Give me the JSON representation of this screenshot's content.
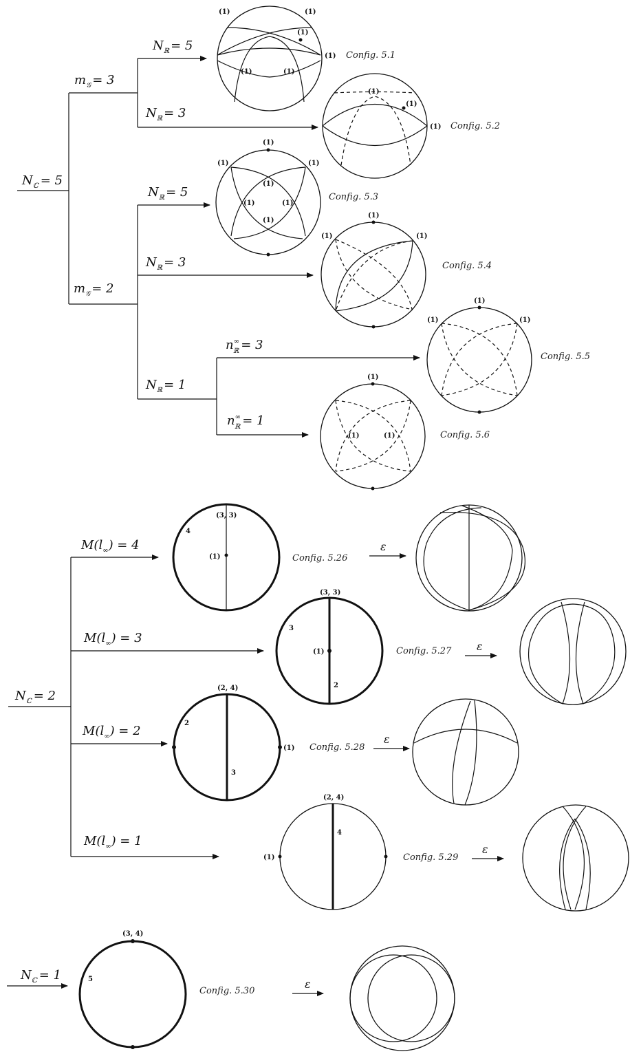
{
  "labels": {
    "nc5": "N",
    "nc5_sub": "ℂ",
    "nc5_val": "= 5",
    "mg3": "m",
    "mg3_sub": "𝒢",
    "mg3_val": "= 3",
    "mg2": "m",
    "mg2_sub": "𝒢",
    "mg2_val": "= 2",
    "nr": "N",
    "nr_sub": "ℝ",
    "nr5a_val": "= 5",
    "nr3a_val": "= 3",
    "nr5b_val": "=  5",
    "nr3b_val": "=  3",
    "nr1_val": "=  1",
    "ninf": "n",
    "ninf_sup": "∞",
    "ninf_sub": "ℝ",
    "ninf3_val": "= 3",
    "ninf1_val": "= 1",
    "nc2_val": "=  2",
    "nc1_val": "= 1",
    "m4": "M(l",
    "m_sub": "∞",
    "m4_val": ") = 4",
    "m3_val": ") = 3",
    "m2_val": ") = 2",
    "m1_val": ") = 1",
    "eps": "ε"
  },
  "configs": {
    "c51": "Config. 5.1",
    "c52": "Config. 5.2",
    "c53": "Config. 5.3",
    "c54": "Config. 5.4",
    "c55": "Config. 5.5",
    "c56": "Config. 5.6",
    "c526": "Config. 5.26",
    "c527": "Config. 5.27",
    "c528": "Config. 5.28",
    "c529": "Config. 5.29",
    "c530": "Config. 5.30"
  },
  "marks": {
    "one": "(1)",
    "m33": "(3, 3)",
    "m24": "(2, 4)",
    "m34": "(3, 4)",
    "n2": "2",
    "n3": "3",
    "n4": "4",
    "n5": "5"
  }
}
